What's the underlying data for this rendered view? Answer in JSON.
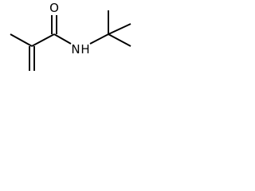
{
  "molecule": {
    "atom_labels": {
      "oxygen": "O",
      "nitrogen": "N",
      "hydrogen": "H"
    }
  }
}
